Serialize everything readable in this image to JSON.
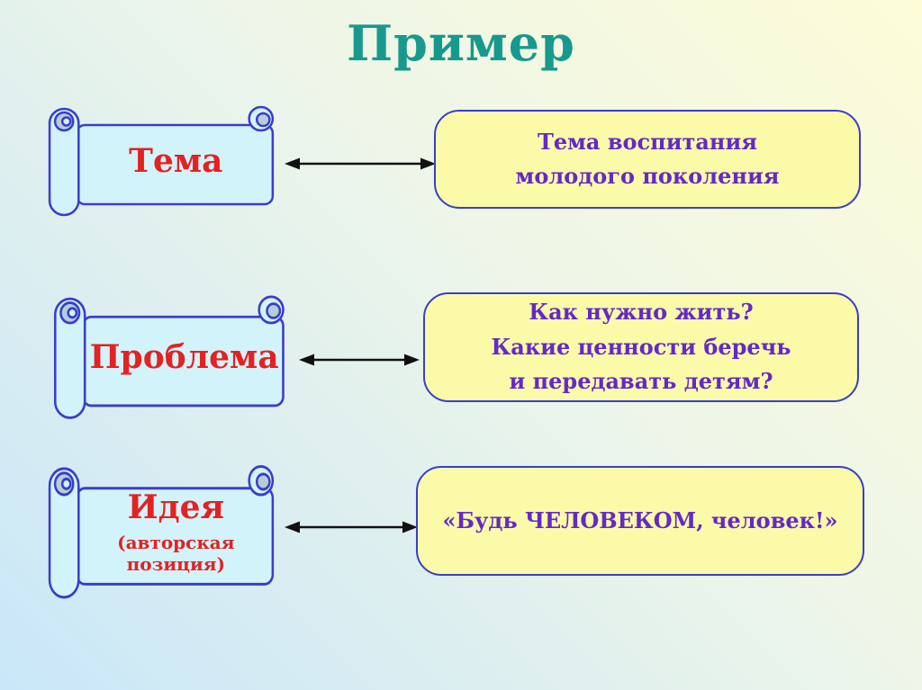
{
  "slide": {
    "title": "Пример"
  },
  "colors": {
    "title": "#17998e",
    "scroll_fill": "#d3f3fb",
    "scroll_border": "#3a3ec9",
    "scroll_curl": "#b7ced7",
    "scroll_text": "#e32222",
    "box_fill": "#fbfaa9",
    "box_border": "#3a3ec9",
    "box_text": "#6429c8",
    "arrow": "#111111",
    "background_corner_bottom_left": "#c9e7f9",
    "background_corner_top_right": "#fdfcd7"
  },
  "rows": [
    {
      "scroll_label": "Тема",
      "box_lines": [
        "Тема воспитания",
        "молодого поколения"
      ]
    },
    {
      "scroll_label": "Проблема",
      "box_lines": [
        "Как нужно жить?",
        "Какие ценности беречь",
        "и передавать детям?"
      ]
    },
    {
      "scroll_label": "Идея",
      "scroll_sublabel": "(авторская позиция)",
      "box_lines": [
        "«Будь ЧЕЛОВЕКОМ, человек!»"
      ]
    }
  ]
}
